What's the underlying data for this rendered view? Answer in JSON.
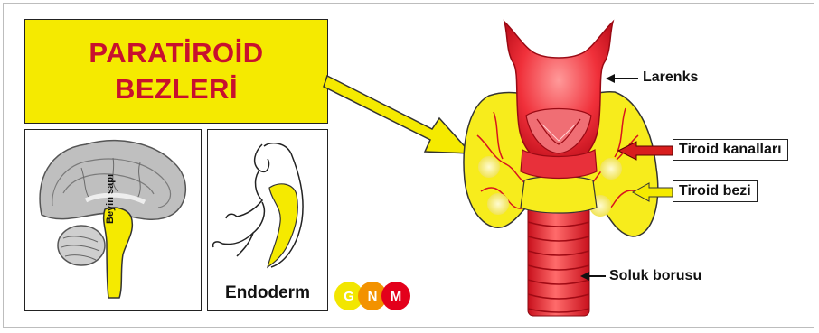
{
  "title": {
    "line1": "PARATİROİD",
    "line2": "BEZLERİ"
  },
  "brain_panel": {
    "label": "Beyin sapı"
  },
  "embryo_panel": {
    "label": "Endoderm"
  },
  "labels": {
    "larynx": "Larenks",
    "thyroid_ducts": "Tiroid kanalları",
    "thyroid_gland": "Tiroid bezi",
    "trachea": "Soluk borusu"
  },
  "logo": {
    "letters": [
      "G",
      "N",
      "M"
    ],
    "colors": [
      "#f2e600",
      "#f39200",
      "#e3001b"
    ]
  },
  "colors": {
    "accent_yellow": "#f5ea00",
    "title_red": "#c8102e",
    "tissue_red": "#e8202a",
    "arrow_red": "#d81e1e"
  }
}
